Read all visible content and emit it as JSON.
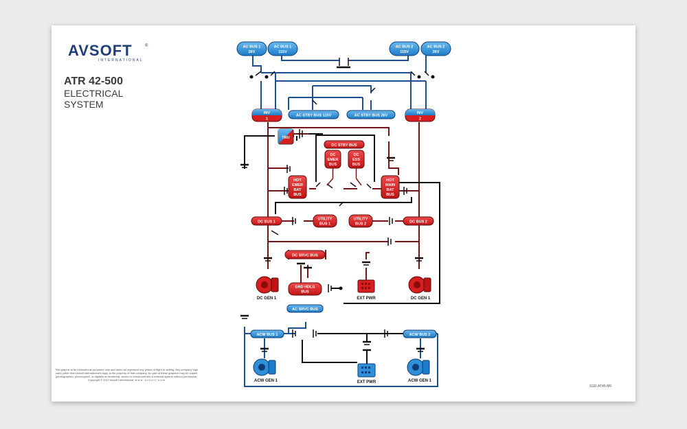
{
  "branding": {
    "logo_text": "AVSOFT",
    "logo_tm": "®",
    "logo_subtitle": "INTERNATIONAL"
  },
  "title": {
    "model": "ATR 42-500",
    "subtitle": "ELECTRICAL SYSTEM"
  },
  "disclaimer": "This graphic is for instructional purposes only and does not represent any phase of flight or setting. Any company logo used (other than Avsoft International's logo) is the property of that company. No part of these graphics may be copied (photographed, photocopied, or digitally re-rendered), stored or introduced into a retrieval system without permission. Copyright © 2017 Avsoft International. w w w . a v s o f t . c o m",
  "document_id": "SSD-AT45-M6",
  "colors": {
    "ac": "#2f8fd8",
    "dc": "#d81e1e",
    "wire_ac": "#1c4f8f",
    "wire_dc": "#7a1414",
    "wire_neutral": "#111111"
  },
  "labels": {
    "ac_bus_1_26v": [
      "AC BUS 1",
      "26V"
    ],
    "ac_bus_1_115v": [
      "AC BUS 1",
      "115V"
    ],
    "ac_bus_2_115v": [
      "AC BUS 2",
      "115V"
    ],
    "ac_bus_2_26v": [
      "AC BUS 2",
      "26V"
    ],
    "inv1": [
      "INV",
      "1"
    ],
    "inv2": [
      "INV",
      "2"
    ],
    "ac_stby_115": "AC STBY BUS 115V",
    "ac_stby_26": "AC STBY BUS 26V",
    "tru": "TRU",
    "dc_stby": "DC STBY BUS",
    "dc_emer": [
      "DC",
      "EMER",
      "BUS"
    ],
    "dc_ess": [
      "DC",
      "ESS",
      "BUS"
    ],
    "hot_emer": [
      "HOT",
      "EMER",
      "BAT",
      "BUS"
    ],
    "hot_main": [
      "HOT",
      "MAIN",
      "BAT",
      "BUS"
    ],
    "dc_bus_1": "DC BUS 1",
    "dc_bus_2": "DC BUS 2",
    "utility_1": [
      "UTILITY",
      "BUS 1"
    ],
    "utility_2": [
      "UTILITY",
      "BUS 2"
    ],
    "dc_srvc": "DC SRVC BUS",
    "gnd_hdlg": [
      "GND HDLG",
      "BUS"
    ],
    "ext_pwr_dc": "EXT PWR",
    "dc_gen_1_left": "DC GEN 1",
    "dc_gen_1_right": "DC GEN 1",
    "ac_srvc": "AC SRVC BUS",
    "acw_bus_1": "ACW BUS 1",
    "acw_bus_2": "ACW BUS 2",
    "acw_gen_1_left": "ACW GEN 1",
    "acw_gen_1_right": "ACW GEN 1",
    "ext_pwr_ac": "EXT PWR"
  }
}
